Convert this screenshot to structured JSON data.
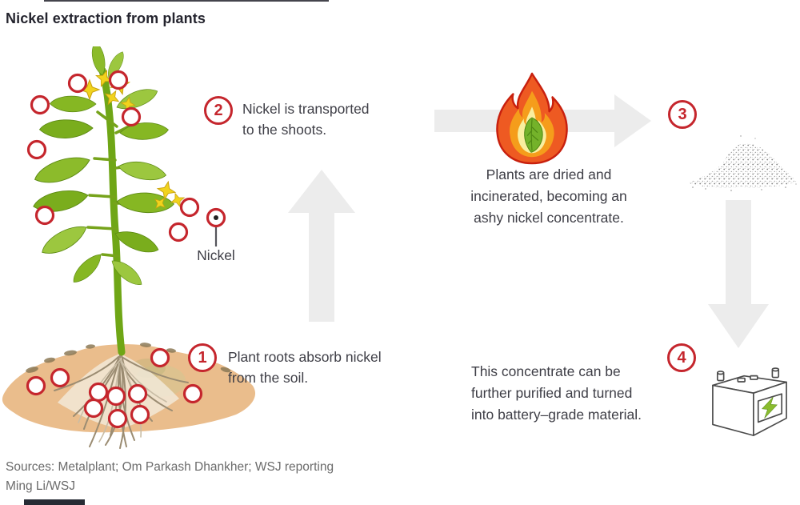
{
  "title": "Nickel extraction from plants",
  "plant": {
    "nickel_label": "Nickel"
  },
  "steps": {
    "step1": {
      "number": "1",
      "lines": [
        "Plant roots absorb nickel",
        "from the soil."
      ]
    },
    "step2": {
      "number": "2",
      "lines": [
        "Nickel is transported",
        "to the shoots."
      ]
    },
    "step3": {
      "number": "3",
      "lines": [
        "Plants are dried and",
        "incinerated, becoming an",
        "ashy nickel concentrate."
      ]
    },
    "step4": {
      "number": "4",
      "lines": [
        "This concentrate can be",
        "further purified and turned",
        "into battery–grade material."
      ]
    }
  },
  "sources": {
    "line1": "Sources: Metalplant; Om Parkash Dhankher; WSJ reporting",
    "line2": "Ming Li/WSJ"
  },
  "icons": {
    "flame": "flame-with-leaf-icon",
    "battery": "battery-icon",
    "ash": "ash-pile",
    "arrows": [
      "up-arrow",
      "right-arrow",
      "down-arrow"
    ]
  },
  "colors": {
    "accent_red": "#c5262d",
    "arrow_gray": "#ececec",
    "text": "#3e3e46",
    "muted_text": "#6b6b6b",
    "soil_tan": "#eabd8c",
    "leaf_green": "#86b723",
    "flower_yellow": "#f1d31d",
    "flame_orange": "#ee5a22",
    "bolt_green": "#8abc2e"
  }
}
